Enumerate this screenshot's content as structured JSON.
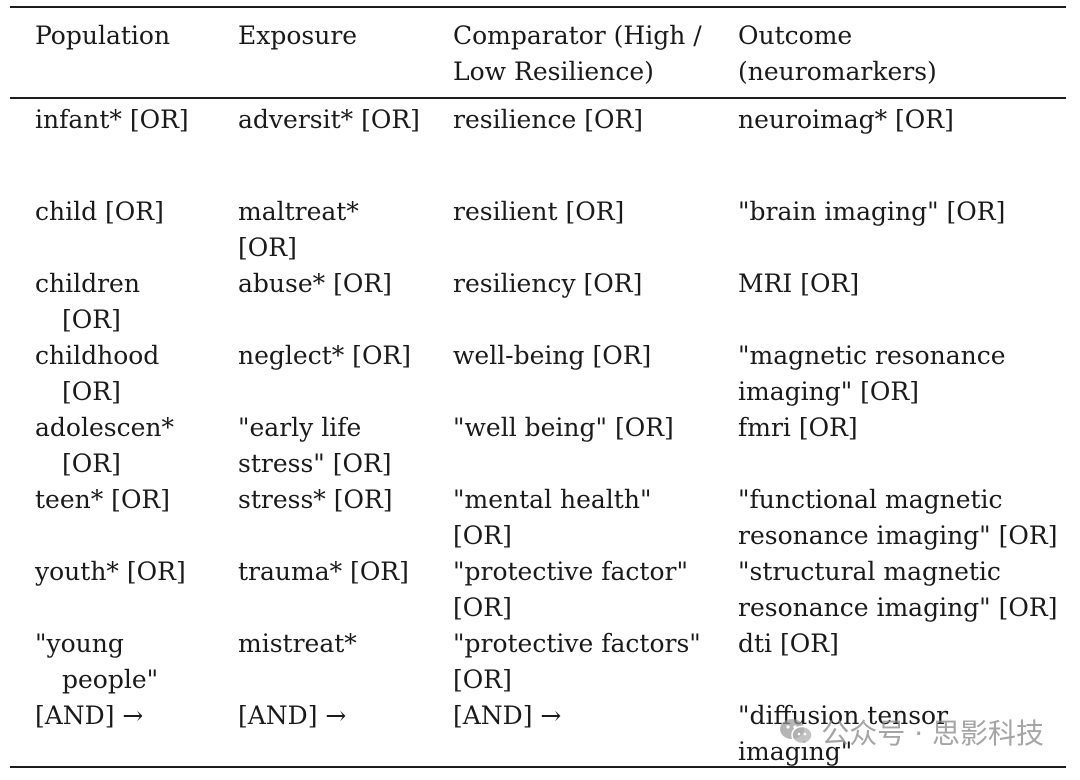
{
  "table": {
    "headers": [
      "Population",
      "Exposure",
      "Comparator (High / Low Resilience)",
      "Outcome (neuromarkers)"
    ],
    "rows": [
      [
        "infant* [OR]",
        "adversit* [OR]",
        "resilience [OR]",
        "neuroimag* [OR]"
      ],
      [
        "child [OR]",
        "maltreat* [OR]",
        "resilient [OR]",
        "\"brain imaging\" [OR]"
      ],
      [
        "children [OR]",
        "abuse* [OR]",
        "resiliency [OR]",
        "MRI [OR]"
      ],
      [
        "childhood [OR]",
        "neglect* [OR]",
        "well-being [OR]",
        "\"magnetic resonance imaging\" [OR]"
      ],
      [
        "adolescen* [OR]",
        "\"early life stress\" [OR]",
        "\"well being\" [OR]",
        "fmri [OR]"
      ],
      [
        "teen* [OR]",
        "stress* [OR]",
        "\"mental health\" [OR]",
        "\"functional magnetic resonance imaging\" [OR]"
      ],
      [
        "youth* [OR]",
        "trauma* [OR]",
        "\"protective factor\" [OR]",
        "\"structural magnetic resonance imaging\" [OR]"
      ],
      [
        "\"young people\"",
        "mistreat*",
        "\"protective factors\" [OR]",
        "dti [OR]"
      ],
      [
        "[AND] →",
        "[AND] →",
        "[AND] →",
        "\"diffusion tensor imaging\""
      ]
    ]
  },
  "watermark": {
    "icon": "wechat-logo-icon",
    "text": "公众号 · 思影科技"
  }
}
